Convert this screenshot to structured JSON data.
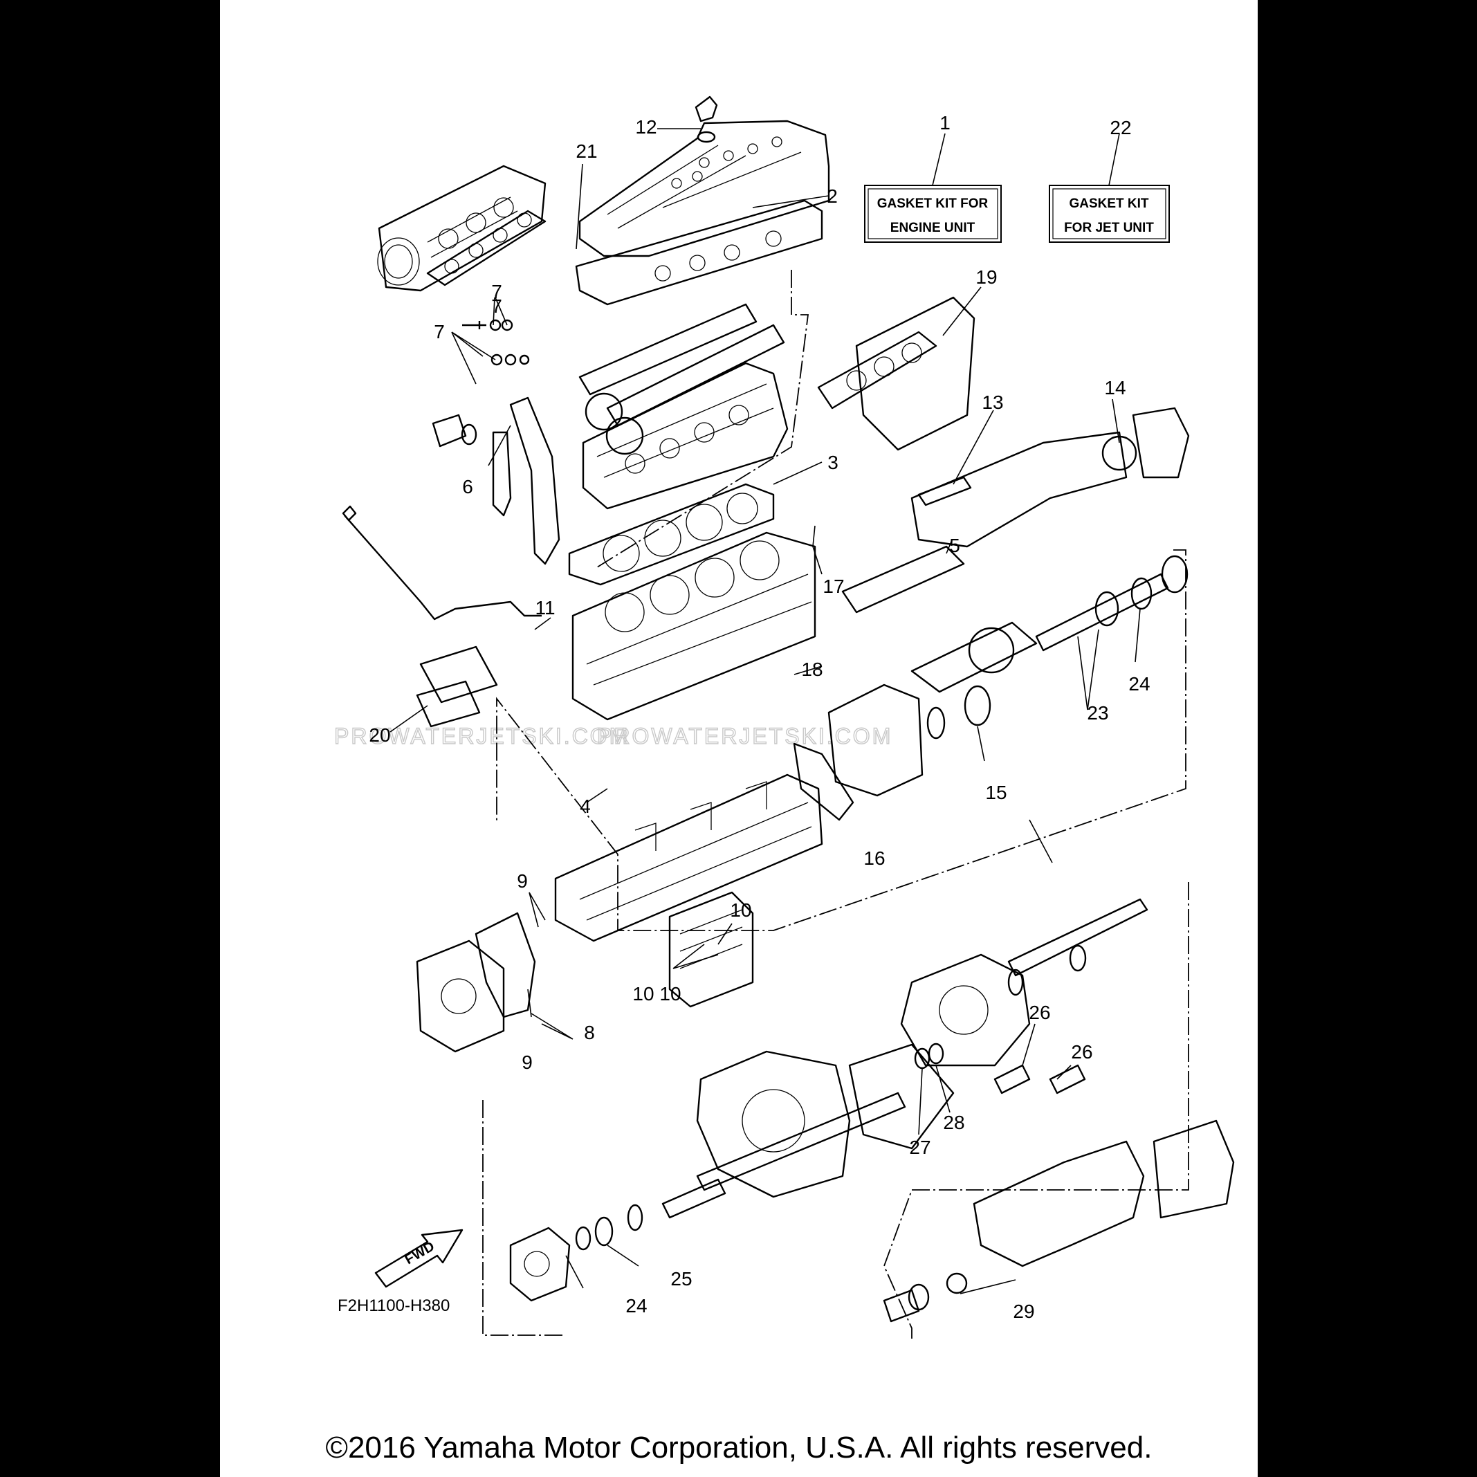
{
  "diagram": {
    "code": "F2H1100-H380",
    "copyright": "©2016 Yamaha Motor Corporation, U.S.A. All rights reserved.",
    "watermark": "PROWATERJETSKI.COM",
    "fwd_label": "FWD",
    "kits": [
      {
        "ref": "1",
        "line1": "GASKET KIT FOR",
        "line2": "ENGINE UNIT"
      },
      {
        "ref": "22",
        "line1": "GASKET KIT",
        "line2": "FOR JET UNIT"
      }
    ],
    "callouts": [
      "1",
      "2",
      "3",
      "4",
      "5",
      "6",
      "7",
      "7",
      "7",
      "8",
      "9",
      "9",
      "10",
      "10",
      "10",
      "11",
      "12",
      "13",
      "14",
      "15",
      "16",
      "17",
      "18",
      "19",
      "20",
      "21",
      "22",
      "23",
      "24",
      "24",
      "25",
      "26",
      "26",
      "27",
      "28",
      "29"
    ]
  }
}
